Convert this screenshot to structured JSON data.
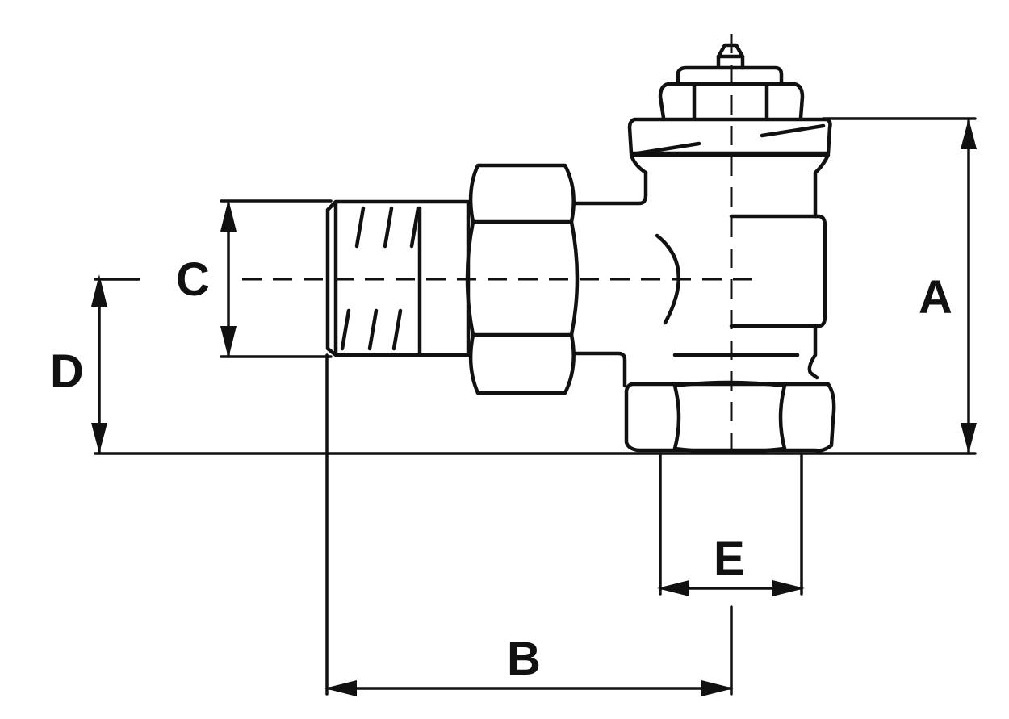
{
  "diagram": {
    "labels": {
      "a": "A",
      "b": "B",
      "c": "C",
      "d": "D",
      "e": "E"
    },
    "colors": {
      "line": "#111111",
      "background": "#ffffff"
    }
  }
}
